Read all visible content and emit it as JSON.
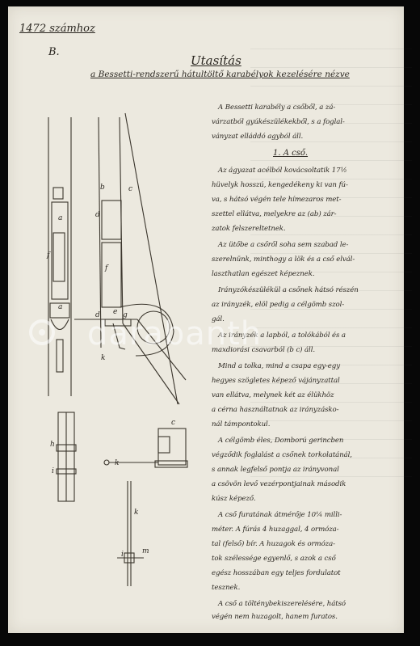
{
  "header": {
    "ref_number": "1472 számhoz",
    "mark": "B.",
    "title": "Utasítás",
    "subtitle": "a Bessetti-rendszerű hátultöltő karabélyok kezelésére nézve"
  },
  "body_lines": [
    "A Bessetti karabély a csőből, a zá-",
    "várzatból gyúkészülékekből, s a foglal-",
    "ványzat elláddó agyból áll.",
    "Az ágyazat  acélból kovácsoltatik 17½",
    "hüvelyk hosszú, kengedékeny ki van fú-",
    "va, s hátsó végén tele hímezaros met-",
    "szettel ellátva, melyekre az (ab) zár-",
    "zatok felszereltetnek.",
    "Az ütőbe a csőről soha sem szabad le-",
    "szerelnünk, minthogy a lök és a cső elvál-",
    "laszthatlan egészet képeznek.",
    "Irányzókészülékül a csőnek hátsó részén",
    "az irányzék, elöl pedig a célgömb szol-",
    "gál.",
    "Az irányzék a lapból, a tolókából és a",
    "maxdiorási csavarból (b c) áll.",
    "Mind a tolka, mind a csapa egy-egy",
    "hegyes szögletes képező vájányzattal",
    "van ellátva, melynek két az élükhöz",
    "a cérna használtatnak az irányzásko-",
    "nál támpontokul.",
    "A célgömb éles, Domború gerincben",
    "végződik foglalást a csőnek torkolatánál,",
    "s annak legfelső pontja az irányvonal",
    "a csövön levő vezérpontjainak második",
    "kúsz képező.",
    "A cső furatának átmérője  10¼ milli-",
    "méter. A fúrás 4 huzaggal, 4 ormóza-",
    "tal (felső) bír. A huzagok és ormóza-",
    "tok szélessége egyenlő, s azok a cső",
    "egész hosszában egy teljes fordulatot",
    "tesznek.",
    "A cső a tölténybekiszerelésére, hátsó",
    "végén nem huzagolt, hanem furatos."
  ],
  "section_heading": "1. A cső.",
  "figure_labels": [
    "a",
    "f",
    "a",
    "b",
    "c",
    "d",
    "f",
    "e",
    "g",
    "d",
    "k",
    "c",
    "h",
    "i",
    "k",
    "i",
    "k",
    "m"
  ],
  "watermark": "darabanth"
}
